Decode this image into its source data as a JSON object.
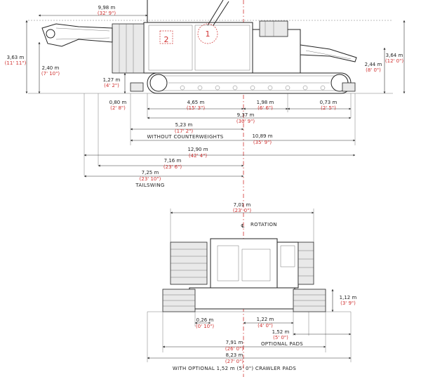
{
  "side_view": {
    "top_length": {
      "m": "9,98 m",
      "ft": "(32' 9\")"
    },
    "height_left": {
      "m": "3,63 m",
      "ft": "(11' 11\")"
    },
    "boom_height": {
      "m": "2,40 m",
      "ft": "(7' 10\")"
    },
    "track_height": {
      "m": "1,27 m",
      "ft": "(4' 2\")"
    },
    "height_right": {
      "m": "3,64 m",
      "ft": "(12' 0\")"
    },
    "height_right_inner": {
      "m": "2,44 m",
      "ft": "(8' 0\")"
    },
    "front_overhang": {
      "m": "0,80 m",
      "ft": "(2' 8\")"
    },
    "tumbler_centers": {
      "m": "4,65 m",
      "ft": "(15' 3\")"
    },
    "rear_to_center": {
      "m": "1,98 m",
      "ft": "(6' 6\")"
    },
    "rear_overhang": {
      "m": "0,73 m",
      "ft": "(2' 5\")"
    },
    "track_length": {
      "m": "9,37 m",
      "ft": "(30' 9\")"
    },
    "boom_tip_to_center": {
      "m": "5,23 m",
      "ft": "(17' 2\")"
    },
    "length_without_cw": {
      "m": "10,89 m",
      "ft": "(35' 9\")"
    },
    "without_cw_caption": "WITHOUT COUNTERWEIGHTS",
    "overall_length": {
      "m": "12,90 m",
      "ft": "(42' 4\")"
    },
    "front_to_center": {
      "m": "7,16 m",
      "ft": "(23' 6\")"
    },
    "tailswing": {
      "m": "7,25 m",
      "ft": "(23' 10\")"
    },
    "tailswing_caption": "TAILSWING",
    "counterweight_labels": [
      "2",
      "1"
    ]
  },
  "front_view": {
    "upper_width": {
      "m": "7,01 m",
      "ft": "(23' 0\")"
    },
    "rotation_symbol": "℄",
    "rotation_caption": "ROTATION",
    "track_height": {
      "m": "1,12 m",
      "ft": "(3' 9\")"
    },
    "ground_clearance": {
      "m": "0,26 m",
      "ft": "(0' 10\")"
    },
    "track_shoe": {
      "m": "1,22 m",
      "ft": "(4' 0\")"
    },
    "optional_pad": {
      "m": "1,52 m",
      "ft": "(5' 0\")"
    },
    "optional_pads_caption": "OPTIONAL PADS",
    "width_standard": {
      "m": "7,91 m",
      "ft": "(26' 0\")"
    },
    "width_optional": {
      "m": "8,23 m",
      "ft": "(27' 0\")"
    },
    "bottom_caption": "WITH OPTIONAL 1,52 m (5' 0\") CRAWLER PADS"
  }
}
